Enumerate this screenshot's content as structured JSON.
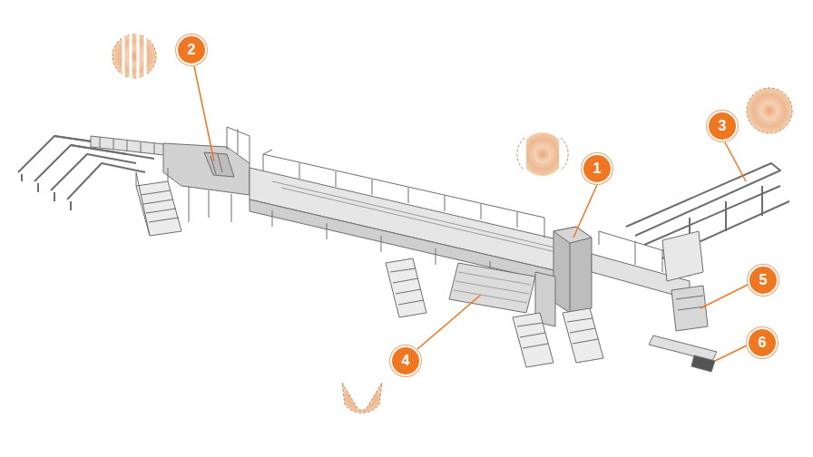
{
  "diagram": {
    "labels": [
      "2",
      "3",
      "1",
      "5",
      "6",
      "4"
    ]
  }
}
